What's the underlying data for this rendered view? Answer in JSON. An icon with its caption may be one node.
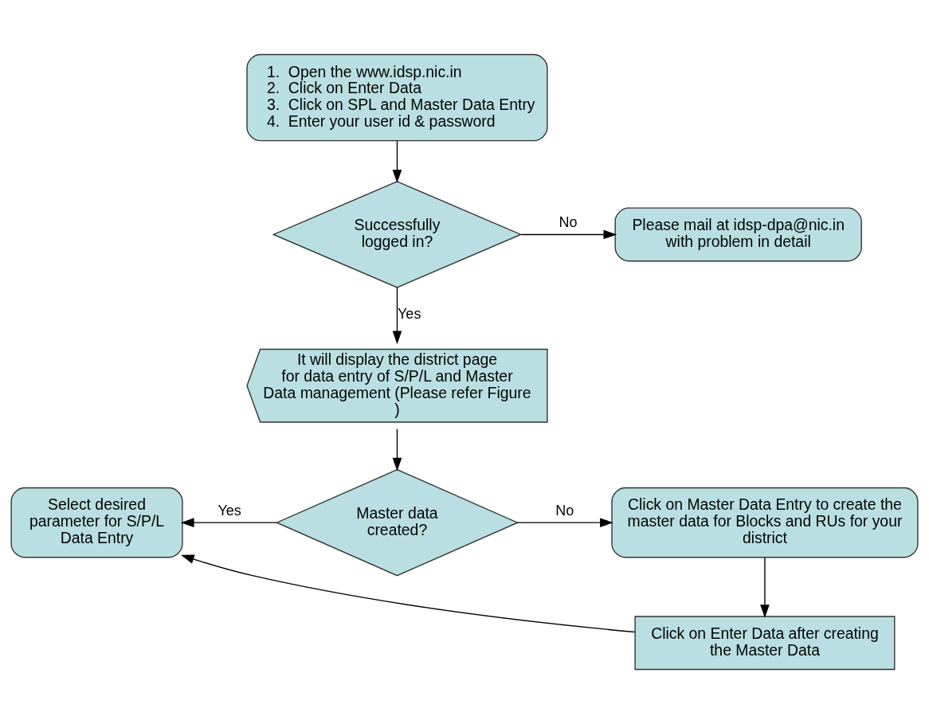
{
  "diagram": {
    "nodes": [
      {
        "text": [
          "1.  Open the www.idsp.nic.in",
          "2.  Click on Enter Data",
          "3.  Click on SPL and Master Data Entry",
          "4.  Enter your user id & password"
        ]
      },
      {
        "text": [
          "Successfully logged in?"
        ]
      },
      {
        "text": [
          "Please mail at idsp-dpa@nic.in with problem in detail"
        ]
      },
      {
        "text": [
          "It will display the district page for data entry of S/P/L and Master Data management (Please refer Figure )"
        ]
      },
      {
        "text": [
          "Master data created?"
        ]
      },
      {
        "text": [
          "Select desired parameter for S/P/L Data Entry"
        ]
      },
      {
        "text": [
          "Click on Master Data Entry to create the master data for Blocks and RUs for your district"
        ]
      },
      {
        "text": [
          "Click on Enter Data after creating the Master Data"
        ]
      }
    ],
    "edges": [
      {
        "from": 0,
        "to": 1,
        "arrow": "to"
      },
      {
        "from": 1,
        "to": 2,
        "arrow": "to",
        "label": "No"
      },
      {
        "from": 1,
        "to": 3,
        "arrow": "to",
        "label": "Yes"
      },
      {
        "from": 3,
        "to": 4,
        "arrow": "to"
      },
      {
        "from": 4,
        "to": 5,
        "arrow": "to",
        "label": "Yes"
      },
      {
        "from": 4,
        "to": 6,
        "arrow": "to",
        "label": "No"
      },
      {
        "from": 6,
        "to": 7,
        "arrow": "to"
      },
      {
        "from": 7,
        "to": 5,
        "arrow": "to"
      }
    ]
  }
}
